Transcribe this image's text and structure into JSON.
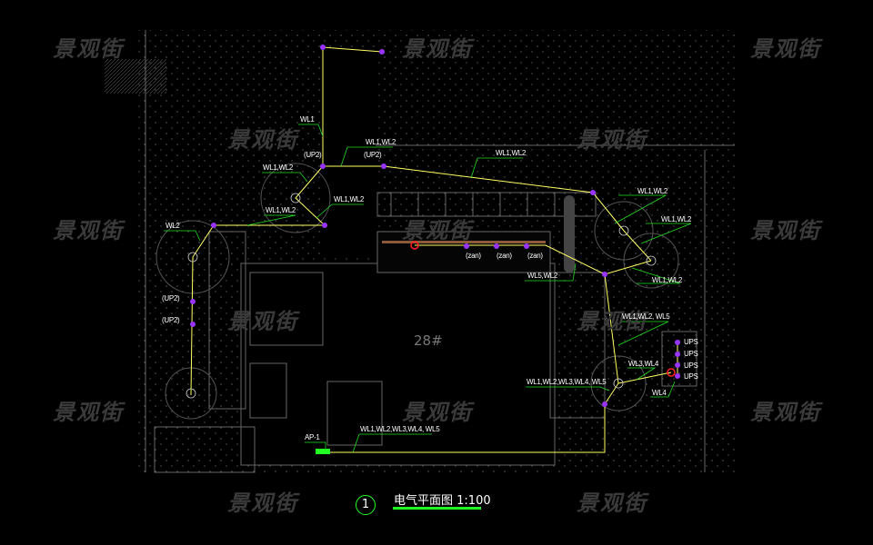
{
  "drawing": {
    "title": "电气平面图",
    "scale": "1:100",
    "view_number": "1",
    "building_number": "28#",
    "panel": "AP-1"
  },
  "watermark": "景观街",
  "labels": {
    "wl1": "WL1",
    "wl1_wl2": "WL1,WL2",
    "wl2": "WL2",
    "up2": "(UP2)",
    "zan": "(zan)",
    "wl5_wl2": "WL5,WL2",
    "wl1_wl2_wl5": "WL1,WL2, WL5",
    "wl3_wl4": "WL3,WL4",
    "wl4": "WL4",
    "ups": "UPS",
    "all_circuits": "WL1,WL2,WL3,WL4, WL5"
  },
  "colors": {
    "background": "#000000",
    "wire": "#ffff66",
    "leader": "#22dd22",
    "fixture": "#9933ff",
    "panel": "#22ff22",
    "outline": "#666666"
  }
}
